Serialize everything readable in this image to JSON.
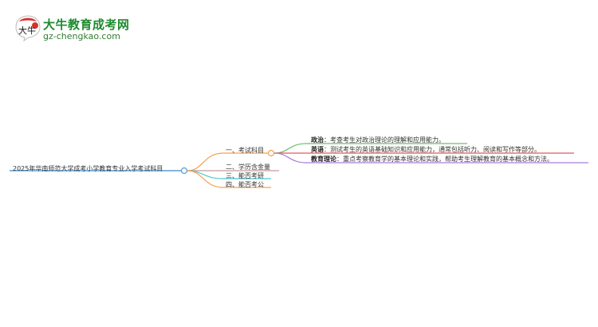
{
  "logo": {
    "title": "大牛教育成考网",
    "url": "gz-chengkao.com",
    "mark_text": "大牛",
    "brand_color": "#1e8a2e",
    "accent_red": "#d9302a"
  },
  "mindmap": {
    "root": {
      "label": "2025年华南师范大学成考小学教育专业入学考试科目",
      "line_color": "#5b9bd5"
    },
    "branches": [
      {
        "label": "一、考试科目",
        "line_color": "#f5a04a",
        "children": [
          {
            "key": "政治",
            "sep": "：",
            "text": "考查考生对政治理论的理解和应用能力。",
            "line_color": "#6abf69"
          },
          {
            "key": "英语",
            "sep": "：",
            "text": "测试考生的英语基础知识和应用能力，通常包括听力、阅读和写作等部分。",
            "line_color": "#e05a5a"
          },
          {
            "key": "教育理论",
            "sep": "：",
            "text": "重点考察教育学的基本理论和实践，帮助考生理解教育的基本概念和方法。",
            "line_color": "#a97fd6"
          }
        ]
      },
      {
        "label": "二、学历含金量",
        "line_color": "#c79a9a"
      },
      {
        "label": "三、能否考研",
        "line_color": "#4fc8d0"
      },
      {
        "label": "四、能否考公",
        "line_color": "#f5a04a"
      }
    ]
  }
}
